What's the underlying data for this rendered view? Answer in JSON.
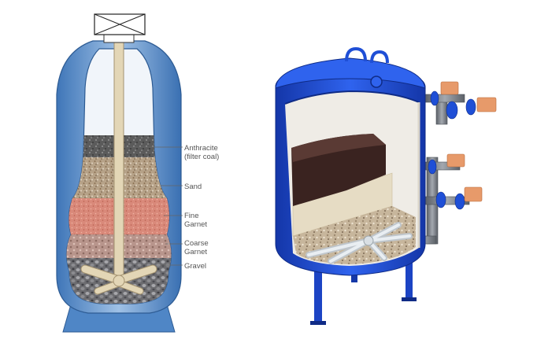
{
  "left_diagram": {
    "labels": [
      {
        "id": "anthracite",
        "lines": [
          "Anthracite",
          "(filter coal)"
        ]
      },
      {
        "id": "sand",
        "lines": [
          "Sand"
        ]
      },
      {
        "id": "fine-garnet",
        "lines": [
          "Fine",
          "Garnet"
        ]
      },
      {
        "id": "coarse-garnet",
        "lines": [
          "Coarse",
          "Garnet"
        ]
      },
      {
        "id": "gravel",
        "lines": [
          "Gravel"
        ]
      }
    ]
  },
  "colors": {
    "tank_blue": "#4f86c6",
    "tank_light": "#e6eef7",
    "anthracite": "#5d5d5d",
    "sand": "#b4a084",
    "fine_garnet": "#d88a78",
    "coarse_garnet": "#b9948c",
    "gravel": "#6f6f73",
    "vessel_blue": "#1f4fd6",
    "pipe_gray": "#7a7f86",
    "actuator_orange": "#e79a6a"
  }
}
